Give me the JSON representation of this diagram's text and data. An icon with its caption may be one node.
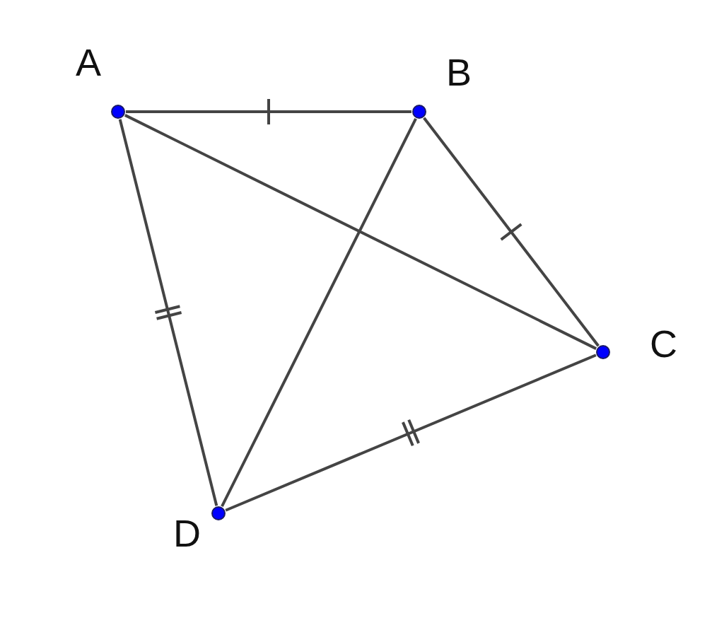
{
  "diagram": {
    "nodes": [
      {
        "text": [],
        "shape": "circle",
        "beside": [
          "A"
        ]
      },
      {
        "text": [],
        "shape": "circle",
        "beside": [
          "B"
        ]
      },
      {
        "text": [],
        "shape": "circle",
        "beside": [
          "C"
        ]
      },
      {
        "text": [],
        "shape": "circle",
        "beside": [
          "D"
        ]
      }
    ],
    "edges": [
      {
        "from": 0,
        "to": 1,
        "arrow": "none"
      },
      {
        "from": 0,
        "to": 2,
        "arrow": "none"
      },
      {
        "from": 0,
        "to": 3,
        "arrow": "none"
      },
      {
        "from": 1,
        "to": 2,
        "arrow": "none"
      },
      {
        "from": 1,
        "to": 3,
        "arrow": "none"
      },
      {
        "from": 2,
        "to": 3,
        "arrow": "none"
      }
    ]
  }
}
